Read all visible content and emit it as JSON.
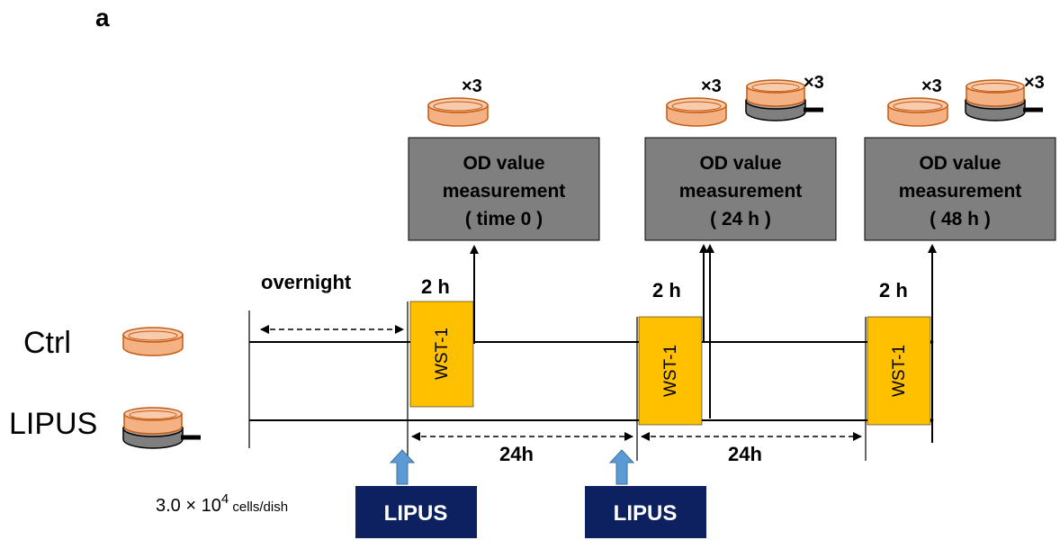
{
  "panel_label": "a",
  "rows": {
    "ctrl_label": "Ctrl",
    "lipus_label": "LIPUS"
  },
  "measurements": [
    {
      "line1": "OD value",
      "line2": "measurement",
      "line3": "( time 0 )"
    },
    {
      "line1": "OD value",
      "line2": "measurement",
      "line3": "( 24 h )"
    },
    {
      "line1": "OD value",
      "line2": "measurement",
      "line3": "( 48 h )"
    }
  ],
  "replicate_label": "×3",
  "overnight_label": "overnight",
  "incubation_label": "2 h",
  "reagent_label": "WST-1",
  "interval_label": "24h",
  "treatment_label": "LIPUS",
  "seeding": {
    "prefix": "3.0 × 10",
    "exponent": "4",
    "unit": " cells/dish"
  },
  "colors": {
    "dish_fill": "#f4b183",
    "dish_edge": "#c55a11",
    "transducer": "#7f7f7f",
    "measure_box": "#7f7f7f",
    "wst_box": "#ffc000",
    "lipus_box": "#0d2160",
    "blue_arrow": "#5b9bd5"
  }
}
